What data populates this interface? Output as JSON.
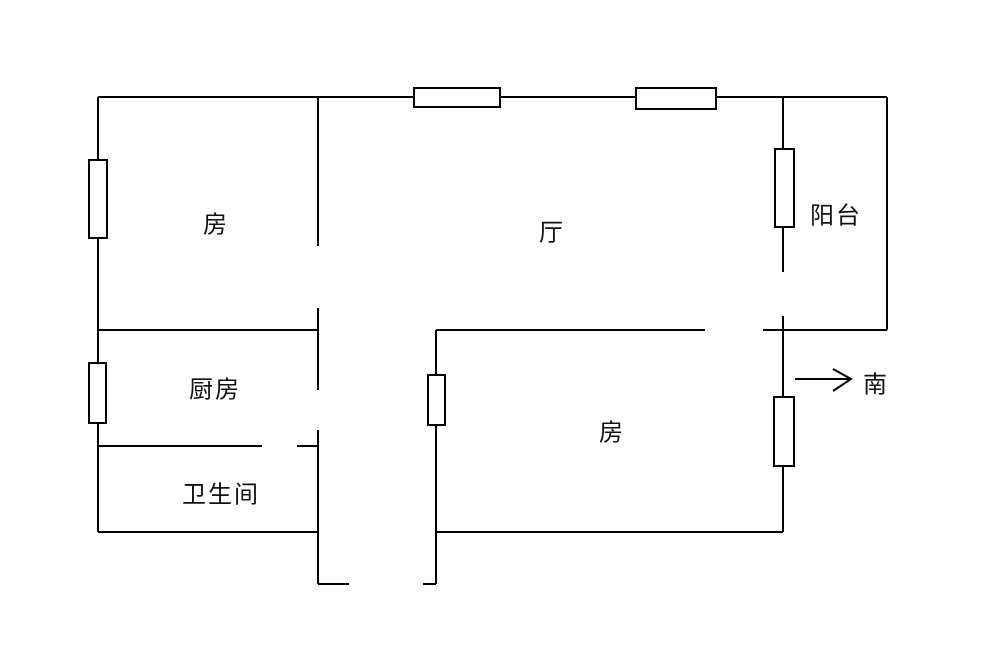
{
  "rooms": {
    "bedroom_1": "房",
    "living_room": "厅",
    "balcony": "阳台",
    "kitchen": "厨房",
    "bathroom": "卫生间",
    "bedroom_2": "房"
  },
  "compass": {
    "label": "南"
  },
  "colors": {
    "line": "#000000",
    "background": "#ffffff"
  }
}
